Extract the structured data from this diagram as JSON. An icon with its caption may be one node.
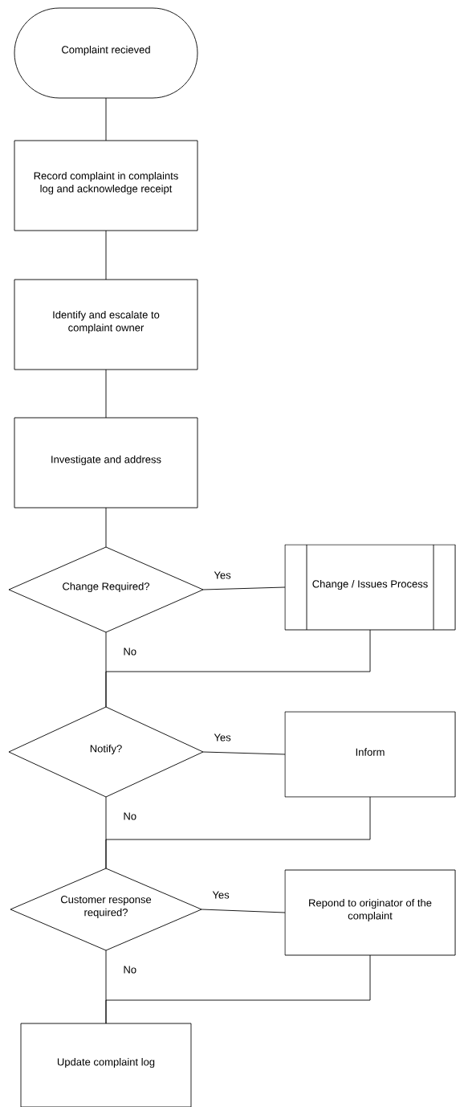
{
  "diagram": {
    "nodes": [
      {
        "text": [
          "Complaint recieved"
        ]
      },
      {
        "text": [
          "Record complaint in complaints log and acknowledge receipt"
        ]
      },
      {
        "text": [
          "Identify and escalate to complaint owner"
        ]
      },
      {
        "text": [
          "Investigate and address"
        ]
      },
      {
        "text": [
          "Change Required?"
        ]
      },
      {
        "text": [
          "Change / Issues Process"
        ]
      },
      {
        "text": [
          "Notify?"
        ]
      },
      {
        "text": [
          "Inform"
        ]
      },
      {
        "text": [
          "Customer response required?"
        ]
      },
      {
        "text": [
          "Repond to originator of the complaint"
        ]
      },
      {
        "text": [
          "Update complaint log"
        ]
      }
    ],
    "edges": [
      {
        "from": 0,
        "to": 1,
        "arrow": "none"
      },
      {
        "from": 1,
        "to": 2,
        "arrow": "none"
      },
      {
        "from": 2,
        "to": 3,
        "arrow": "none"
      },
      {
        "from": 3,
        "to": 4,
        "arrow": "none"
      },
      {
        "from": 4,
        "to": 5,
        "arrow": "none",
        "label": "Yes"
      },
      {
        "from": 4,
        "to": 6,
        "arrow": "none",
        "label": "No"
      },
      {
        "from": 5,
        "to": 6,
        "arrow": "none"
      },
      {
        "from": 6,
        "to": 7,
        "arrow": "none",
        "label": "Yes"
      },
      {
        "from": 6,
        "to": 8,
        "arrow": "none",
        "label": "No"
      },
      {
        "from": 7,
        "to": 8,
        "arrow": "none"
      },
      {
        "from": 8,
        "to": 9,
        "arrow": "none",
        "label": "Yes"
      },
      {
        "from": 8,
        "to": 10,
        "arrow": "none",
        "label": "No"
      },
      {
        "from": 9,
        "to": 10,
        "arrow": "none"
      }
    ]
  }
}
